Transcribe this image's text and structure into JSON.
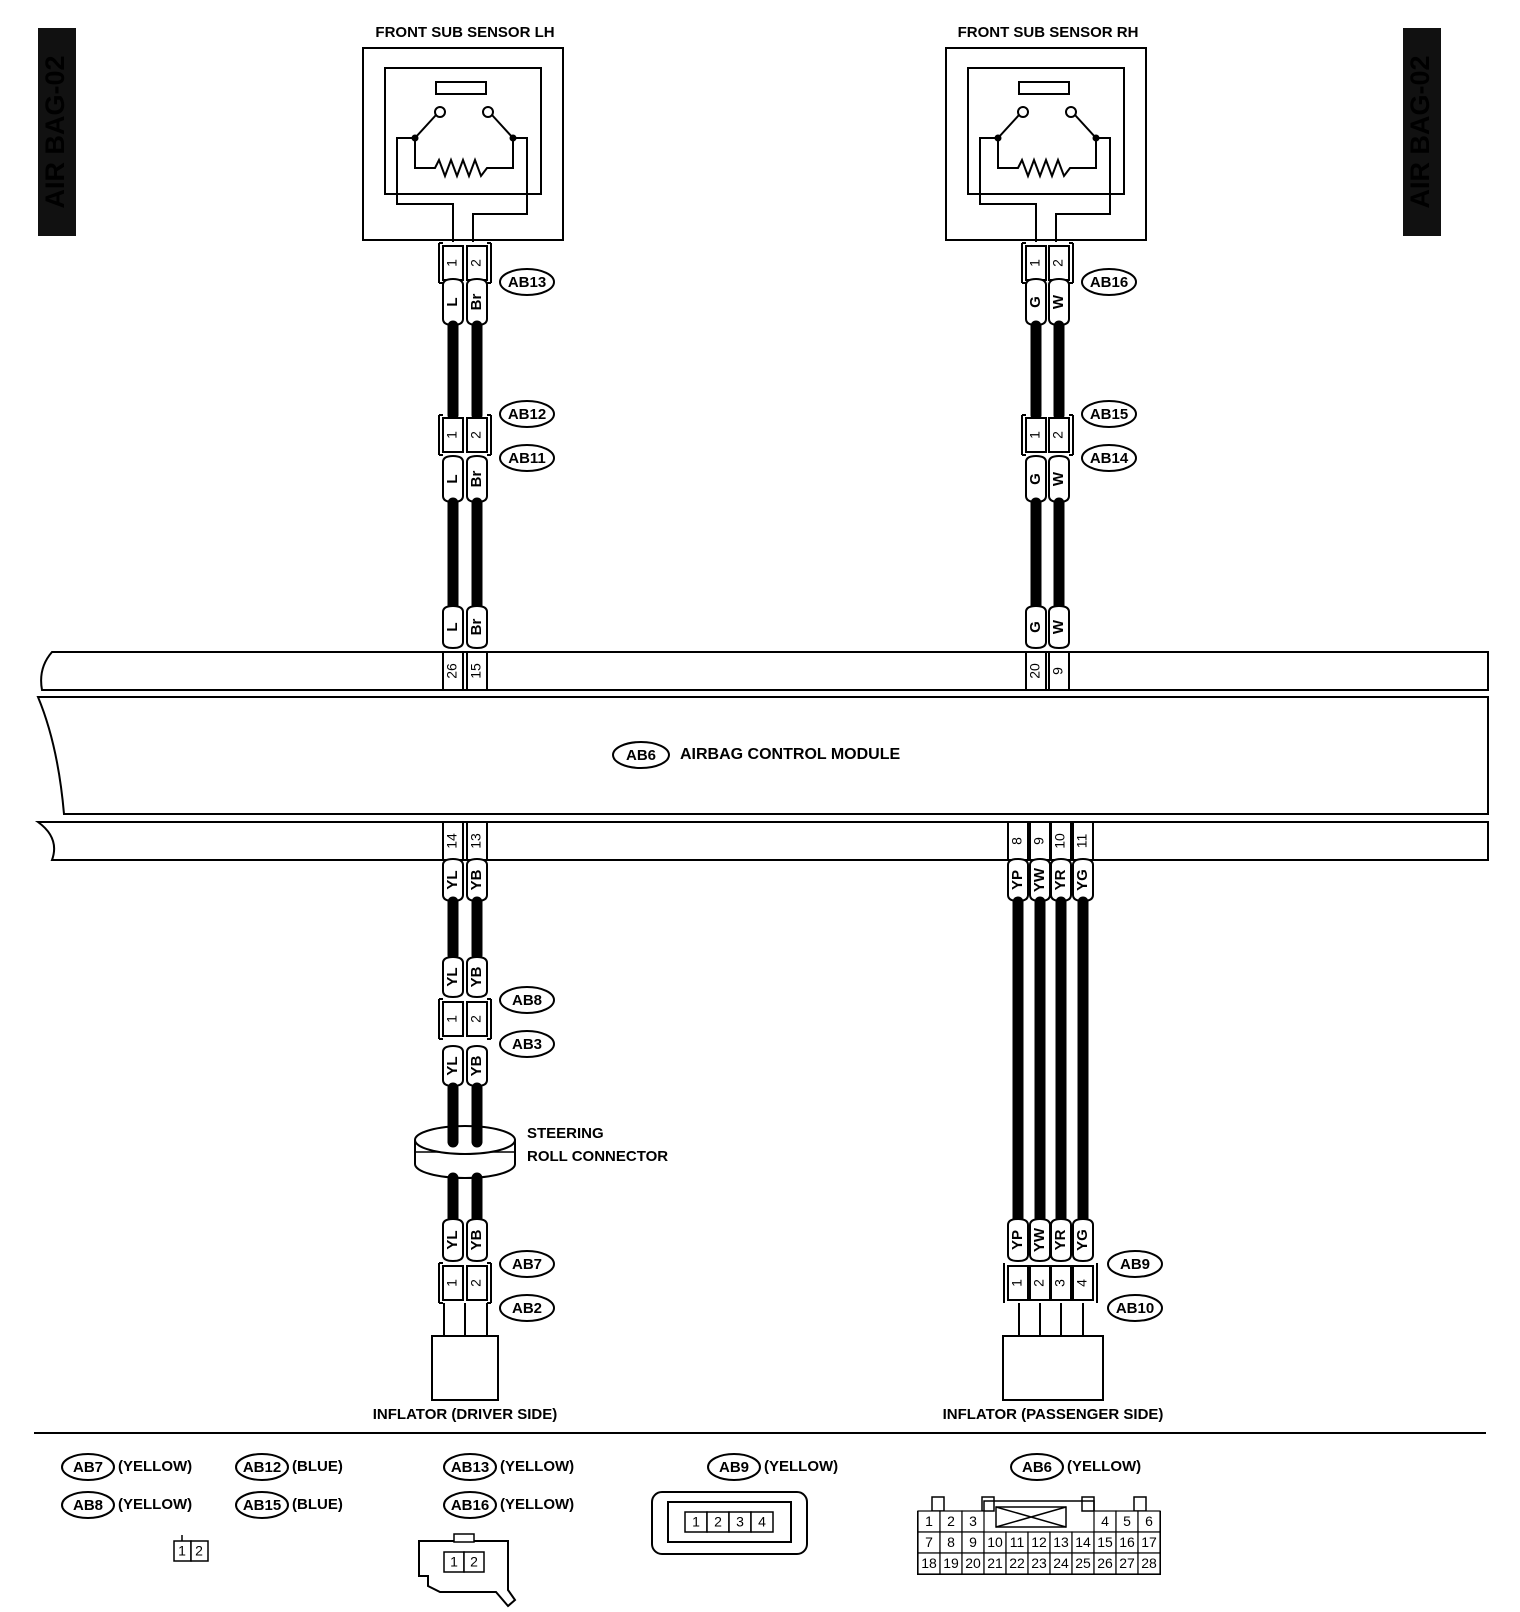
{
  "page_code": "AIR BAG-02",
  "module": {
    "connector": "AB6",
    "name": "AIRBAG CONTROL MODULE"
  },
  "sensors": {
    "lh": {
      "title": "FRONT SUB SENSOR LH",
      "connector": "AB13",
      "pins": [
        "1",
        "2"
      ],
      "wires": [
        "L",
        "Br"
      ],
      "inline": {
        "upper": "AB12",
        "lower": "AB11",
        "pins": [
          "1",
          "2"
        ],
        "wires": [
          "L",
          "Br"
        ]
      },
      "module_wires": [
        "L",
        "Br"
      ],
      "module_pins": [
        "26",
        "15"
      ]
    },
    "rh": {
      "title": "FRONT SUB SENSOR RH",
      "connector": "AB16",
      "pins": [
        "1",
        "2"
      ],
      "wires": [
        "G",
        "W"
      ],
      "inline": {
        "upper": "AB15",
        "lower": "AB14",
        "pins": [
          "1",
          "2"
        ],
        "wires": [
          "G",
          "W"
        ]
      },
      "module_wires": [
        "G",
        "W"
      ],
      "module_pins": [
        "20",
        "9"
      ]
    }
  },
  "driver": {
    "module_pins": [
      "14",
      "13"
    ],
    "module_wires": [
      "YL",
      "YB"
    ],
    "inline": {
      "wires_top": [
        "YL",
        "YB"
      ],
      "upper": "AB8",
      "lower": "AB3",
      "pins": [
        "1",
        "2"
      ],
      "wires_bottom": [
        "YL",
        "YB"
      ]
    },
    "steering": [
      "STEERING",
      "ROLL CONNECTOR"
    ],
    "inflator": {
      "wires": [
        "YL",
        "YB"
      ],
      "upper": "AB7",
      "lower": "AB2",
      "pins": [
        "1",
        "2"
      ],
      "label": "INFLATOR (DRIVER SIDE)"
    }
  },
  "passenger": {
    "module_pins": [
      "8",
      "9",
      "10",
      "11"
    ],
    "module_wires": [
      "YP",
      "YW",
      "YR",
      "YG"
    ],
    "inflator": {
      "wires": [
        "YP",
        "YW",
        "YR",
        "YG"
      ],
      "upper": "AB9",
      "lower": "AB10",
      "pins": [
        "1",
        "2",
        "3",
        "4"
      ],
      "label": "INFLATOR (PASSENGER SIDE)"
    }
  },
  "legend": {
    "items": [
      {
        "code": "AB7",
        "color": "(YELLOW)"
      },
      {
        "code": "AB12",
        "color": "(BLUE)"
      },
      {
        "code": "AB8",
        "color": "(YELLOW)"
      },
      {
        "code": "AB15",
        "color": "(BLUE)"
      },
      {
        "code": "AB13",
        "color": "(YELLOW)"
      },
      {
        "code": "AB16",
        "color": "(YELLOW)"
      },
      {
        "code": "AB9",
        "color": "(YELLOW)"
      },
      {
        "code": "AB6",
        "color": "(YELLOW)"
      }
    ],
    "two_pin": [
      "1",
      "2"
    ],
    "four_pin": [
      "1",
      "2",
      "3",
      "4"
    ],
    "ab6_grid": {
      "row1_left": [
        "1",
        "2",
        "3"
      ],
      "row1_right": [
        "4",
        "5",
        "6"
      ],
      "row2": [
        "7",
        "8",
        "9",
        "10",
        "11",
        "12",
        "13",
        "14",
        "15",
        "16",
        "17"
      ],
      "row3": [
        "18",
        "19",
        "20",
        "21",
        "22",
        "23",
        "24",
        "25",
        "26",
        "27",
        "28"
      ]
    }
  }
}
